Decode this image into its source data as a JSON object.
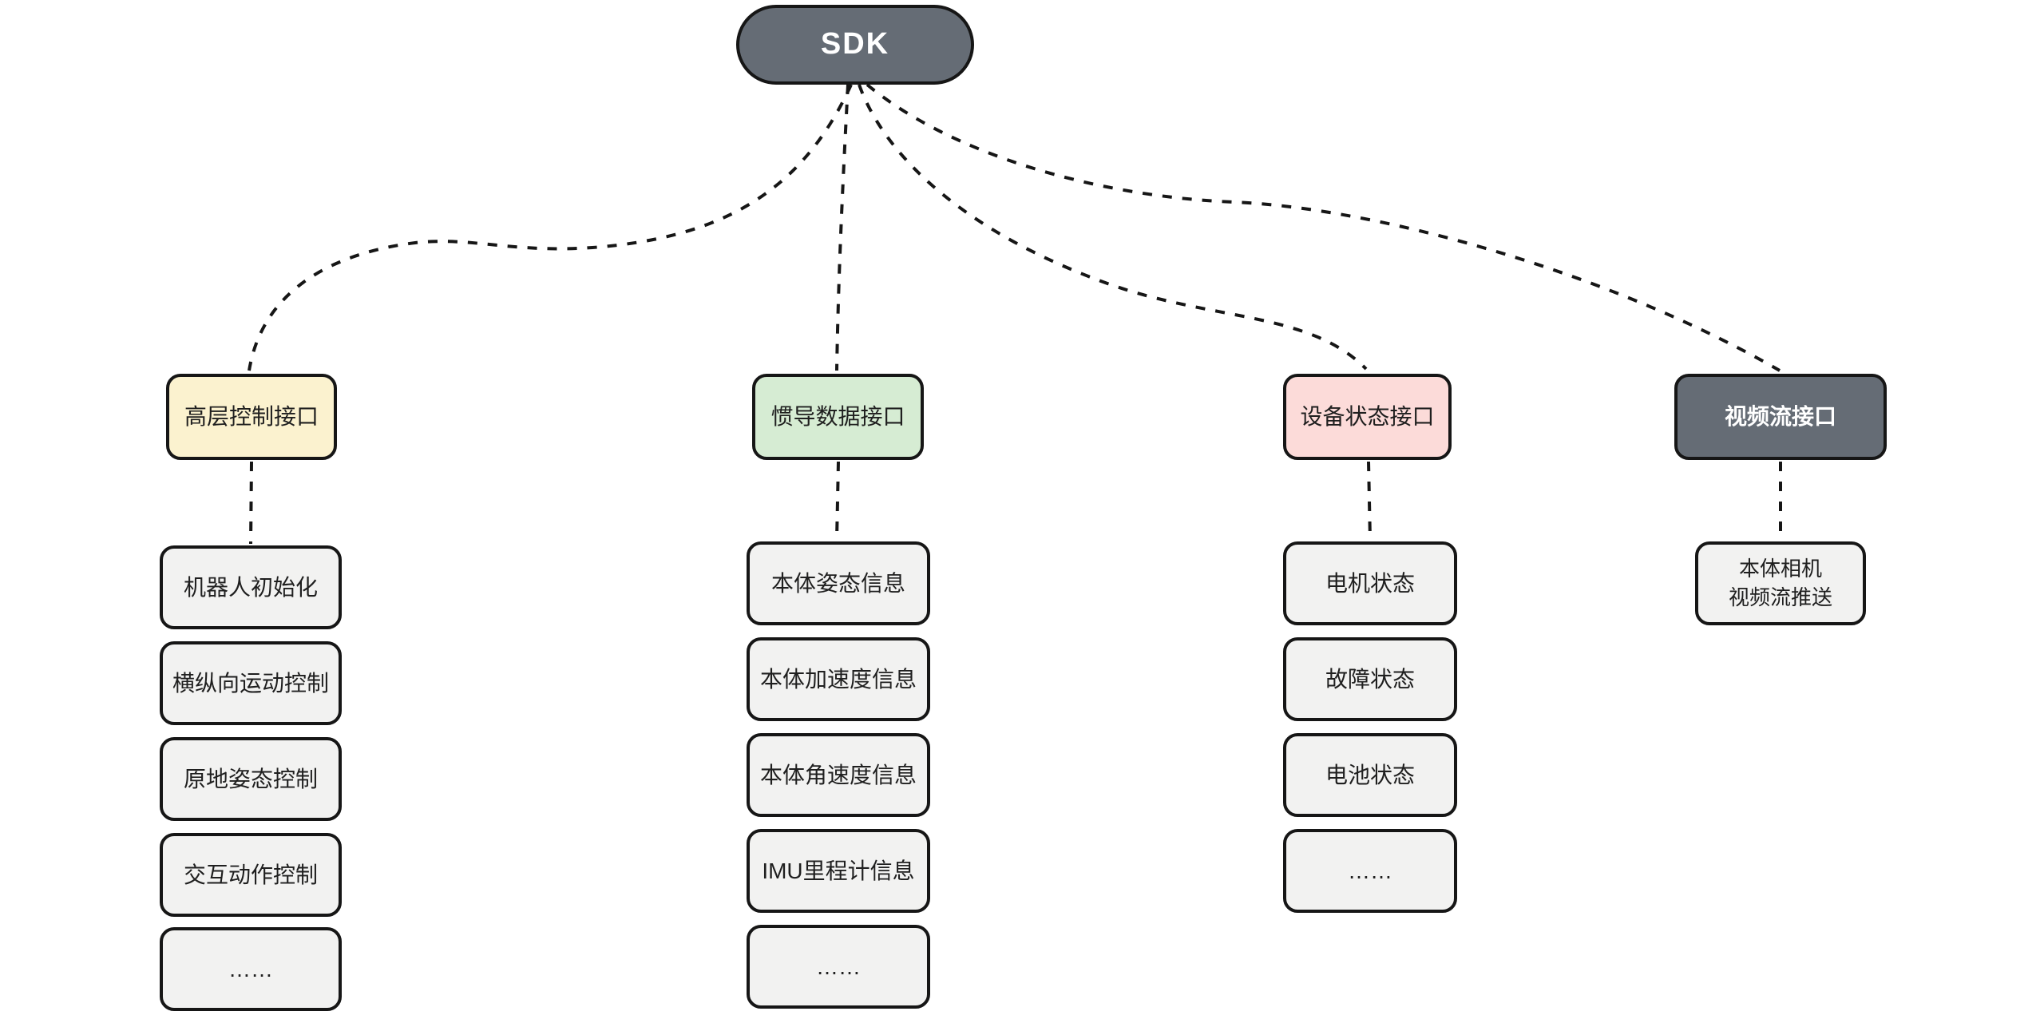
{
  "diagram": {
    "root": {
      "label": "SDK"
    },
    "branches": [
      {
        "label": "高层控制接口",
        "fill": "#fbf2cf",
        "text_color": "#1f1f1f",
        "children": [
          "机器人初始化",
          "横纵向运动控制",
          "原地姿态控制",
          "交互动作控制",
          "……"
        ]
      },
      {
        "label": "惯导数据接口",
        "fill": "#d6ecd3",
        "text_color": "#1f1f1f",
        "children": [
          "本体姿态信息",
          "本体加速度信息",
          "本体角速度信息",
          "IMU里程计信息",
          "……"
        ]
      },
      {
        "label": "设备状态接口",
        "fill": "#fcdbd9",
        "text_color": "#1f1f1f",
        "children": [
          "电机状态",
          "故障状态",
          "电池状态",
          "……"
        ]
      },
      {
        "label": "视频流接口",
        "fill": "#656c75",
        "text_color": "#ffffff",
        "children": [
          "本体相机\n视频流推送"
        ]
      }
    ],
    "colors": {
      "background": "#ffffff",
      "root_fill": "#656c75",
      "root_text": "#ffffff",
      "leaf_fill": "#f2f2f1",
      "border": "#161616",
      "connector": "#161616"
    }
  }
}
